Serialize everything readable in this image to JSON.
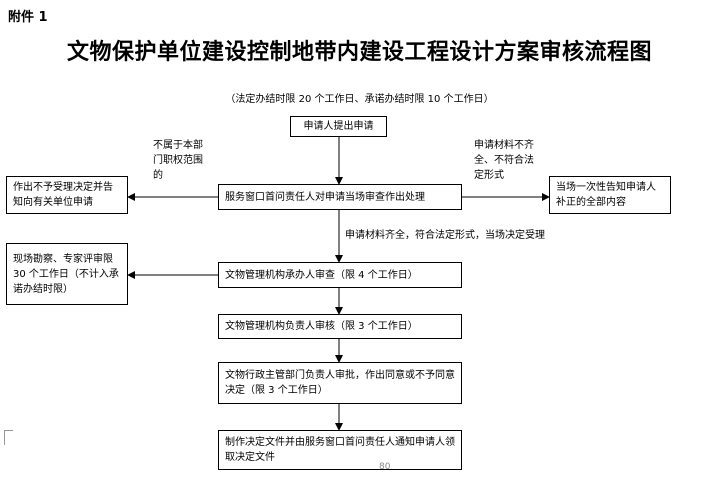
{
  "header": {
    "attachment": "附件 1",
    "title": "文物保护单位建设控制地带内建设工程设计方案审核流程图",
    "subtitle": "（法定办结时限 20 个工作日、承诺办结时限 10 个工作日）"
  },
  "flow": {
    "apply": "申请人提出申请",
    "review_window": "服务窗口首问责任人对申请当场审查作出处理",
    "reject_box": "作出不予受理决定并告知向有关单位申请",
    "reject_note": "不属于本部门职权范围的",
    "incomplete_box": "当场一次性告知申请人补正的全部内容",
    "incomplete_note": "申请材料不齐全、不符合法定形式",
    "accept_note": "申请材料齐全，符合法定形式，当场决定受理",
    "handler_review": "文物管理机构承办人审查（限 4 个工作日）",
    "survey_box": "现场勘察、专家评审限 30 个工作日（不计入承诺办结时限）",
    "chief_review": "文物管理机构负责人审核（限 3 个工作日）",
    "admin_approval": "文物行政主管部门负责人审批，作出同意或不予同意决定（限 3 个工作日）",
    "final_box": "制作决定文件并由服务窗口首问责任人通知申请人领取决定文件"
  },
  "footer": {
    "page_number": "80"
  }
}
